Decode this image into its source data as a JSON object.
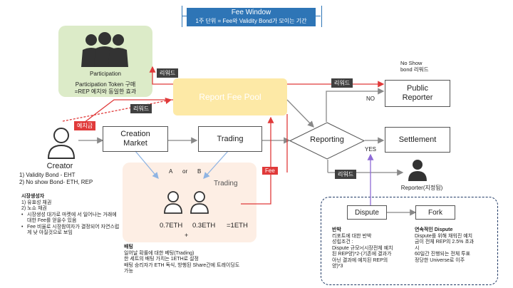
{
  "fee_window": {
    "title": "Fee Window",
    "subtitle": "1주 단위 = Fee와 Validity Bond가 모이는 기간"
  },
  "participation": {
    "label": "Participation",
    "desc1": "Participation Token 구매",
    "desc2": "=REP 예치와 동일한 효과"
  },
  "fee_pool": {
    "label": "Report Fee Pool"
  },
  "labels": {
    "reward_participation": "리워드",
    "reward_creator": "리워드",
    "reward_public": "리워드",
    "reward_reporter": "리워드",
    "deposit": "예치금",
    "fee": "Fee",
    "no": "NO",
    "yes": "YES"
  },
  "no_show": {
    "line1": "No Show",
    "line2": "bond 리워드"
  },
  "nodes": {
    "creation_market": "Creation\nMarket",
    "trading": "Trading",
    "reporting": "Reporting",
    "public_reporter": "Public\nReporter",
    "settlement": "Settlement",
    "dispute": "Dispute",
    "fork": "Fork"
  },
  "creator": {
    "title": "Creator",
    "line1": "1) Validity Bond - EHT",
    "line2": "2) No show Bond- ETH, REP"
  },
  "market_creator": {
    "title": "시장생성자",
    "item1": "1) 유효성 채권",
    "item2": "2) 노쇼 채권",
    "bullet1": "시장생성 대가로 마켓에 서 일어나는 거래에 대한 Fee를 얻을수 있음",
    "bullet2": "Fee 비율로 시장참여자가 결정되어 자연스럽게 낮 아질것으로 보임"
  },
  "trading_zone": {
    "a": "A",
    "or": "or",
    "b": "B",
    "trading_label": "Trading",
    "eth1": "0.7ETH",
    "eth2": "0.3ETH",
    "eth_total": "=1ETH",
    "plus": "+"
  },
  "betting": {
    "title": "배팅",
    "line1": "일어날 확률에 대한 베팅(Trading)",
    "line2": "한 세트의 배팅 가치는 1ETH로 설정",
    "line3": "배팅 승리자가 ETH 독식, 방행된 Share간에 트레이딩도",
    "line4": "가능"
  },
  "reporter": {
    "label": "Reporter(지정됨)"
  },
  "objection": {
    "title": "반박",
    "line1": "리포트에 대한 반박",
    "line2": "성립조건 :",
    "line3": "Dispute 규모>(시장전체 예치",
    "line4": "된 REP양)*2-(기존에 결과가",
    "line5": "아닌 결과에 예치된 REP의",
    "line6": "양)*3"
  },
  "consecutive": {
    "title": "연속적인 Dispute",
    "line1": "Dispute를 위해 채워진 예치",
    "line2": "금이 전체 REP의 2.5% 초과",
    "line3": "시",
    "line4": "60일간 진행되는 전체 투표",
    "line5": "정당한 Universe로 이주"
  },
  "colors": {
    "accent_red": "#e03a3a",
    "pool_yellow": "#fde9a6",
    "participation_green": "#dcebc8",
    "trading_peach": "#fdeee4",
    "dispute_navy": "#1f3864",
    "fee_window_blue": "#2e75b6"
  }
}
